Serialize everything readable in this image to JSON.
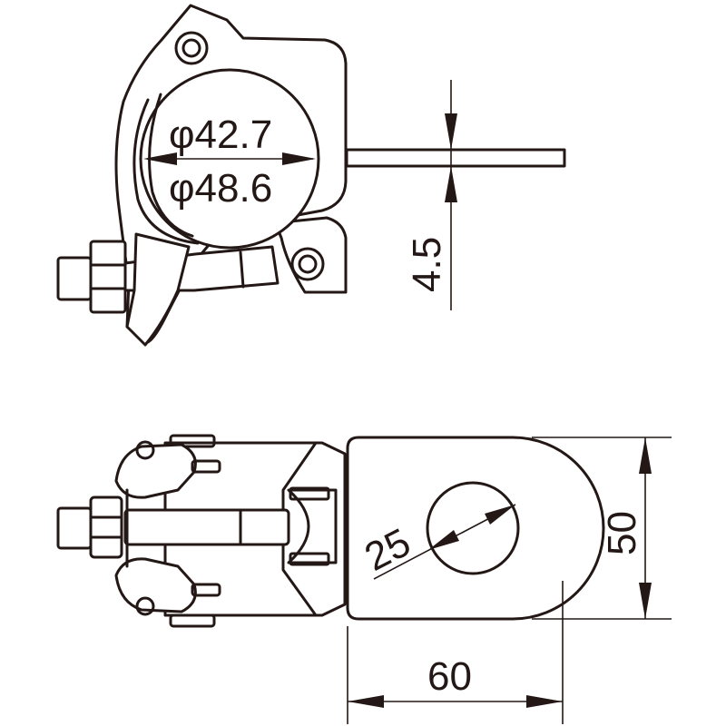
{
  "dimensions": {
    "inner_diameter_small": "φ42.7",
    "inner_diameter_large": "φ48.6",
    "plate_thickness": "4.5",
    "hole_diameter": "25",
    "plate_width": "50",
    "plate_length": "60"
  }
}
